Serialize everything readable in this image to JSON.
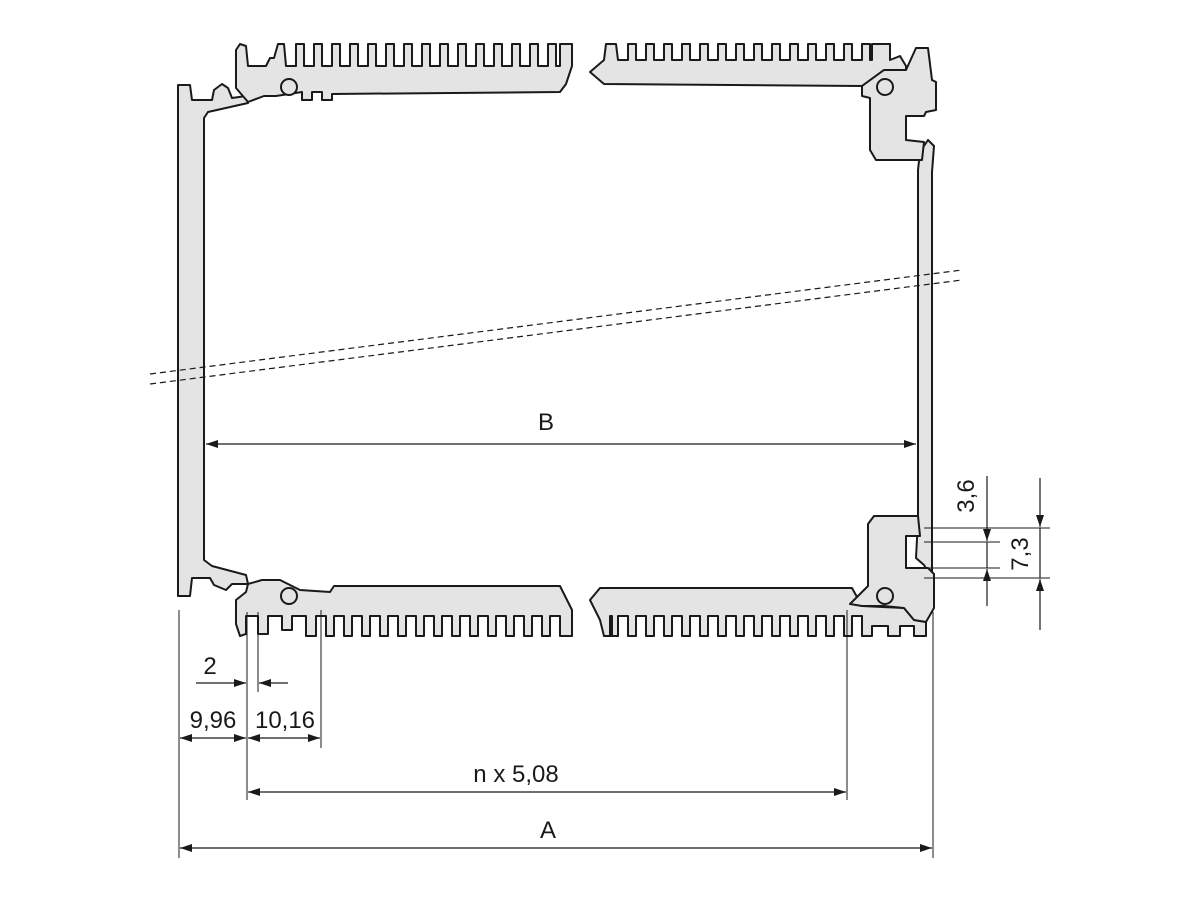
{
  "dimensions": {
    "width_total": "A",
    "inner_width": "B",
    "pitch_series": "n x 5,08",
    "edge_offset": "9,96",
    "pin_spacing": "10,16",
    "wall_thickness": "2",
    "slot_height": "3,6",
    "slot_pitch": "7,3"
  },
  "colors": {
    "profile_fill": "#e4e4e4",
    "line": "#1a1a1a"
  }
}
